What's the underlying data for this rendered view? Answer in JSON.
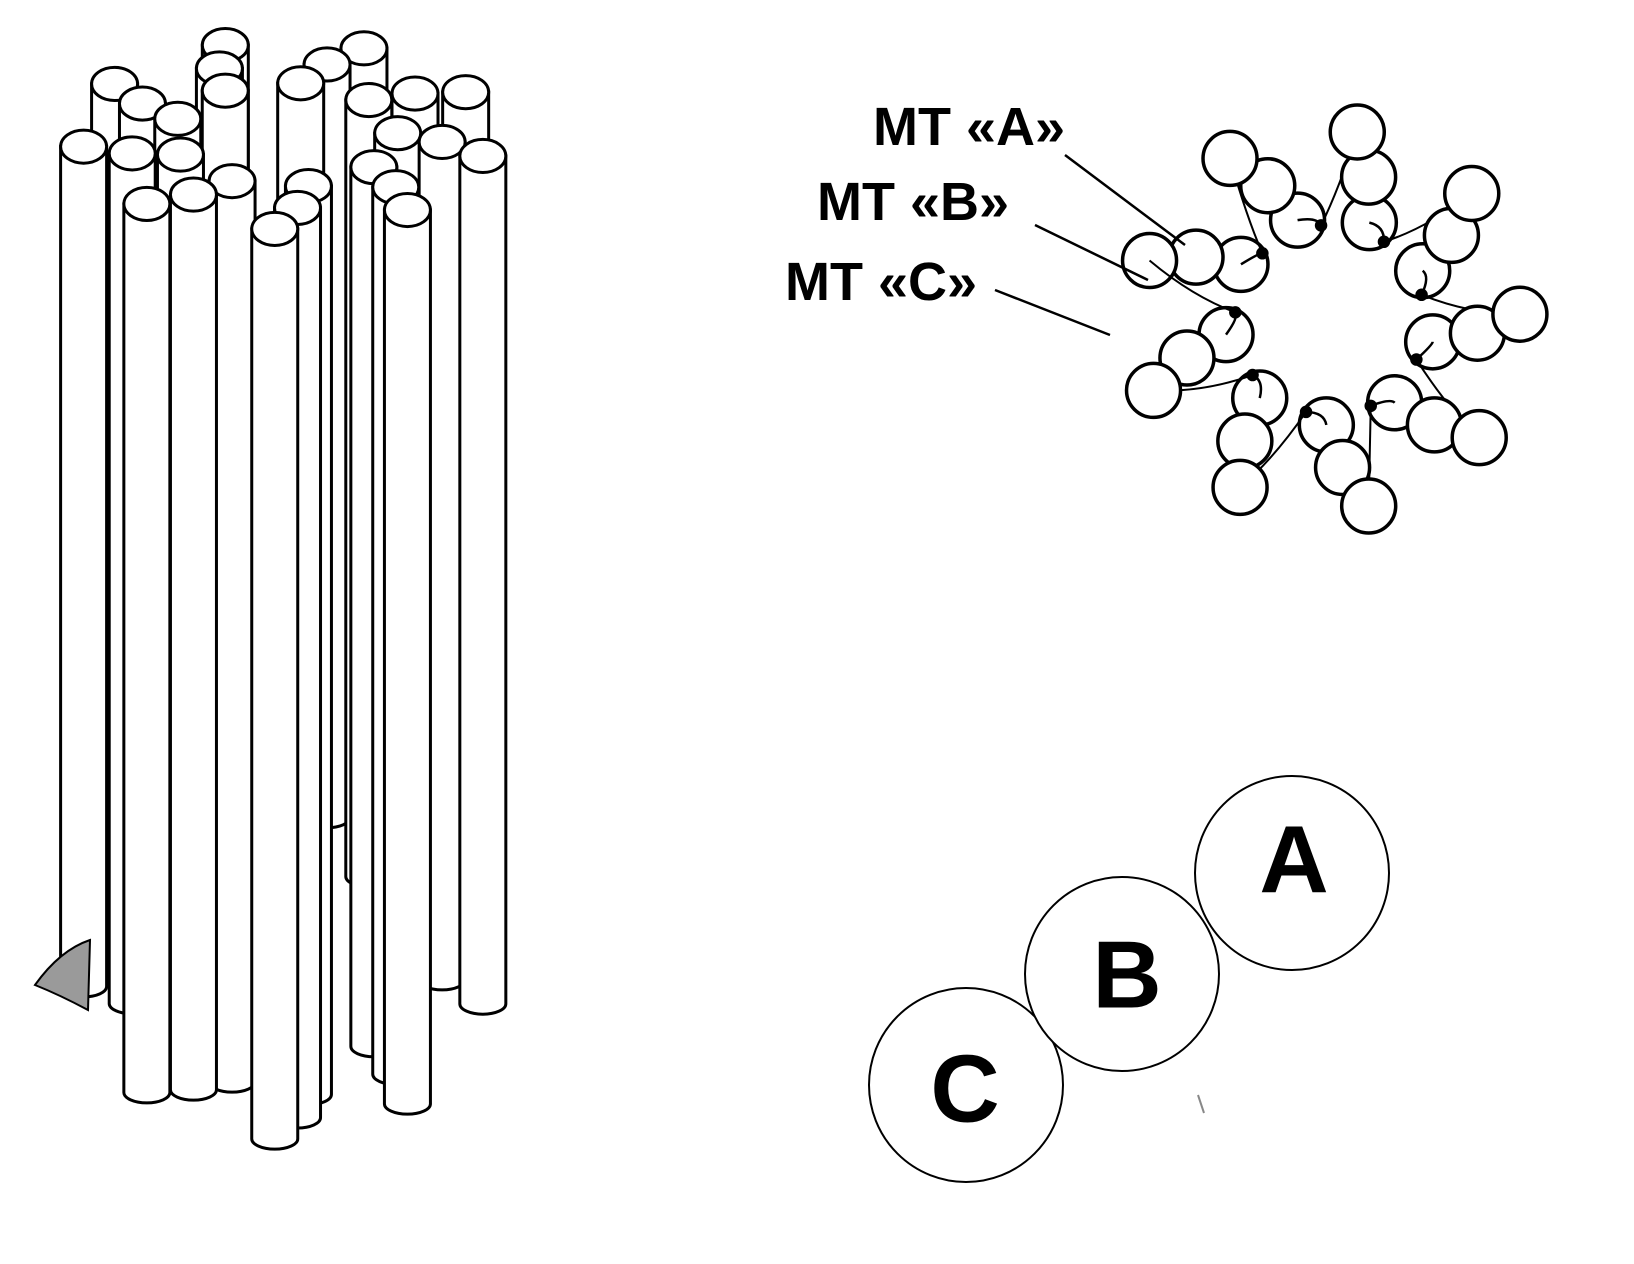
{
  "labels": {
    "mt_a": "MT «A»",
    "mt_b": "MT «B»",
    "mt_c": "MT «C»"
  },
  "triplet": {
    "a": "A",
    "b": "B",
    "c": "C"
  },
  "cross_section": {
    "triplet_count": 9,
    "tubules_per_triplet": 3
  },
  "cylinder": {
    "triplet_count": 9
  },
  "colors": {
    "stroke": "#000000",
    "fill": "#ffffff",
    "shade": "#9a9a9a"
  }
}
